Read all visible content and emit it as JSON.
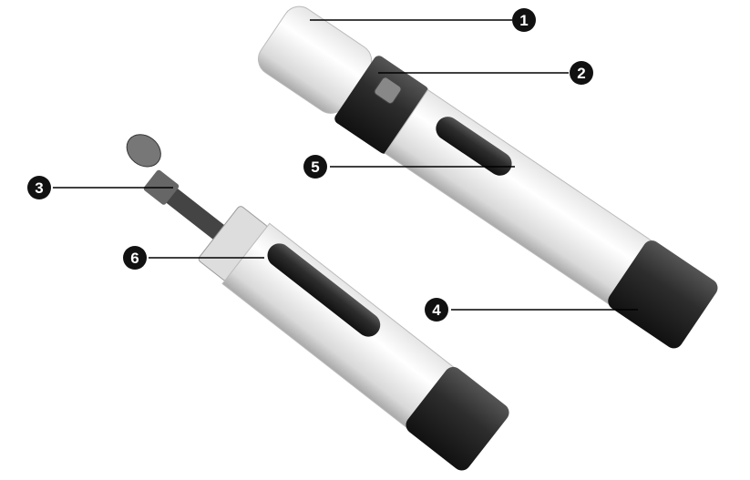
{
  "diagram": {
    "callouts": [
      {
        "label": "1"
      },
      {
        "label": "2"
      },
      {
        "label": "3"
      },
      {
        "label": "4"
      },
      {
        "label": "5"
      },
      {
        "label": "6"
      }
    ],
    "colors": {
      "body": "#f2f2f2",
      "dark": "#2a2a2a",
      "callout": "#111111"
    }
  }
}
